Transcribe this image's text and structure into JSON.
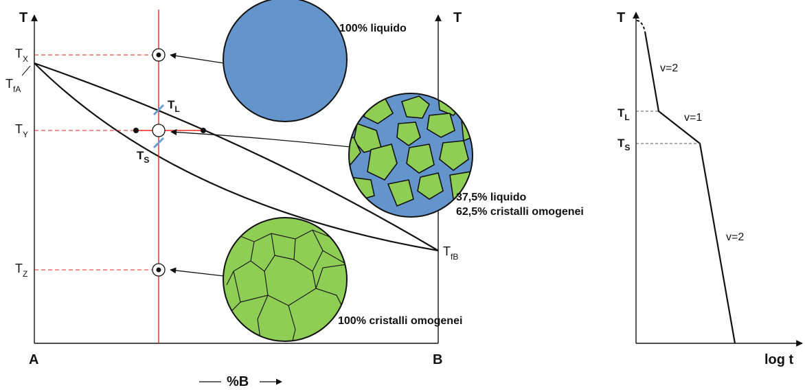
{
  "left_diagram": {
    "axis_t_left": "T",
    "axis_t_right": "T",
    "corner_a": "A",
    "corner_b": "B",
    "composition_axis": "%B",
    "temp_labels": {
      "tx_main": "T",
      "tx_sub": "X",
      "tfa_main": "T",
      "tfa_sub": "fA",
      "ty_main": "T",
      "ty_sub": "Y",
      "tz_main": "T",
      "tz_sub": "Z",
      "tfb_main": "T",
      "tfb_sub": "fB",
      "tl_main": "T",
      "tl_sub": "L",
      "ts_main": "T",
      "ts_sub": "S"
    },
    "states": [
      {
        "caption_line1": "100% liquido",
        "caption_line2": ""
      },
      {
        "caption_line1": "37,5% liquido",
        "caption_line2": "62,5% cristalli omogenei"
      },
      {
        "caption_line1": "100% cristalli omogenei",
        "caption_line2": ""
      }
    ]
  },
  "cooling_curve": {
    "axis_t": "T",
    "axis_time": "log t",
    "tl_main": "T",
    "tl_sub": "L",
    "ts_main": "T",
    "ts_sub": "S",
    "segments": [
      "v=2",
      "v=1",
      "v=2"
    ]
  },
  "colors": {
    "liquid": "#6395cc",
    "solid": "#8fce55",
    "grain_line": "#1a1a1a",
    "tie_line": "#e8231d",
    "marker": "#6a9bd0"
  }
}
